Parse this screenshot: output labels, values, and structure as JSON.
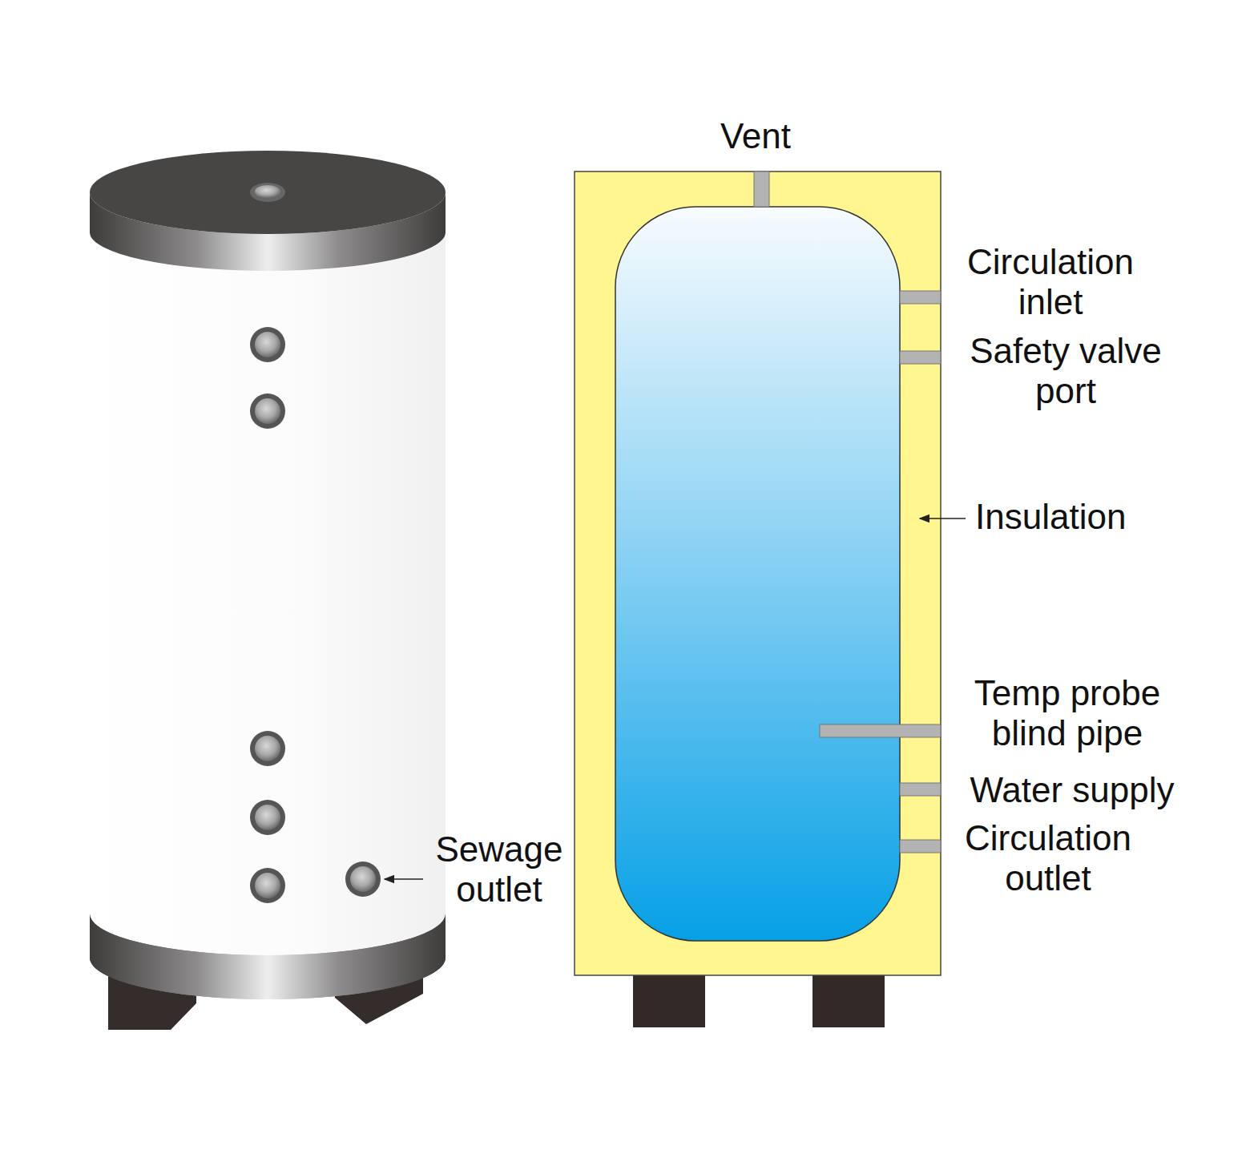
{
  "diagram": {
    "labels": [
      "Vent",
      "Circulation inlet",
      "Safety valve port",
      "Insulation",
      "Temp probe blind pipe",
      "Water supply",
      "Circulation outlet",
      "Sewage outlet"
    ]
  }
}
